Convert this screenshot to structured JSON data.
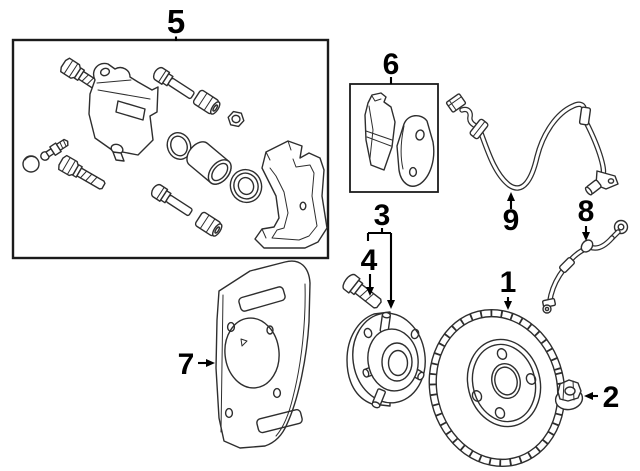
{
  "diagram": {
    "type": "exploded-parts-diagram",
    "subject": "front-disc-brake-components",
    "background_color": "#ffffff",
    "line_color": "#2e2e2e",
    "label_color": "#000000"
  },
  "callouts": [
    {
      "number": "1",
      "part": "brake-rotor",
      "boxed": false
    },
    {
      "number": "2",
      "part": "hub-lock-nut",
      "boxed": false
    },
    {
      "number": "3",
      "part": "wheel-hub-bearing-assembly",
      "boxed": false
    },
    {
      "number": "4",
      "part": "wheel-stud-bolt",
      "boxed": false
    },
    {
      "number": "5",
      "part": "brake-caliper-repair-kit",
      "boxed": true
    },
    {
      "number": "6",
      "part": "brake-pad-set",
      "boxed": true
    },
    {
      "number": "7",
      "part": "brake-dust-shield",
      "boxed": false
    },
    {
      "number": "8",
      "part": "brake-hydraulic-hose",
      "boxed": false
    },
    {
      "number": "9",
      "part": "abs-wheel-speed-sensor",
      "boxed": false
    }
  ]
}
